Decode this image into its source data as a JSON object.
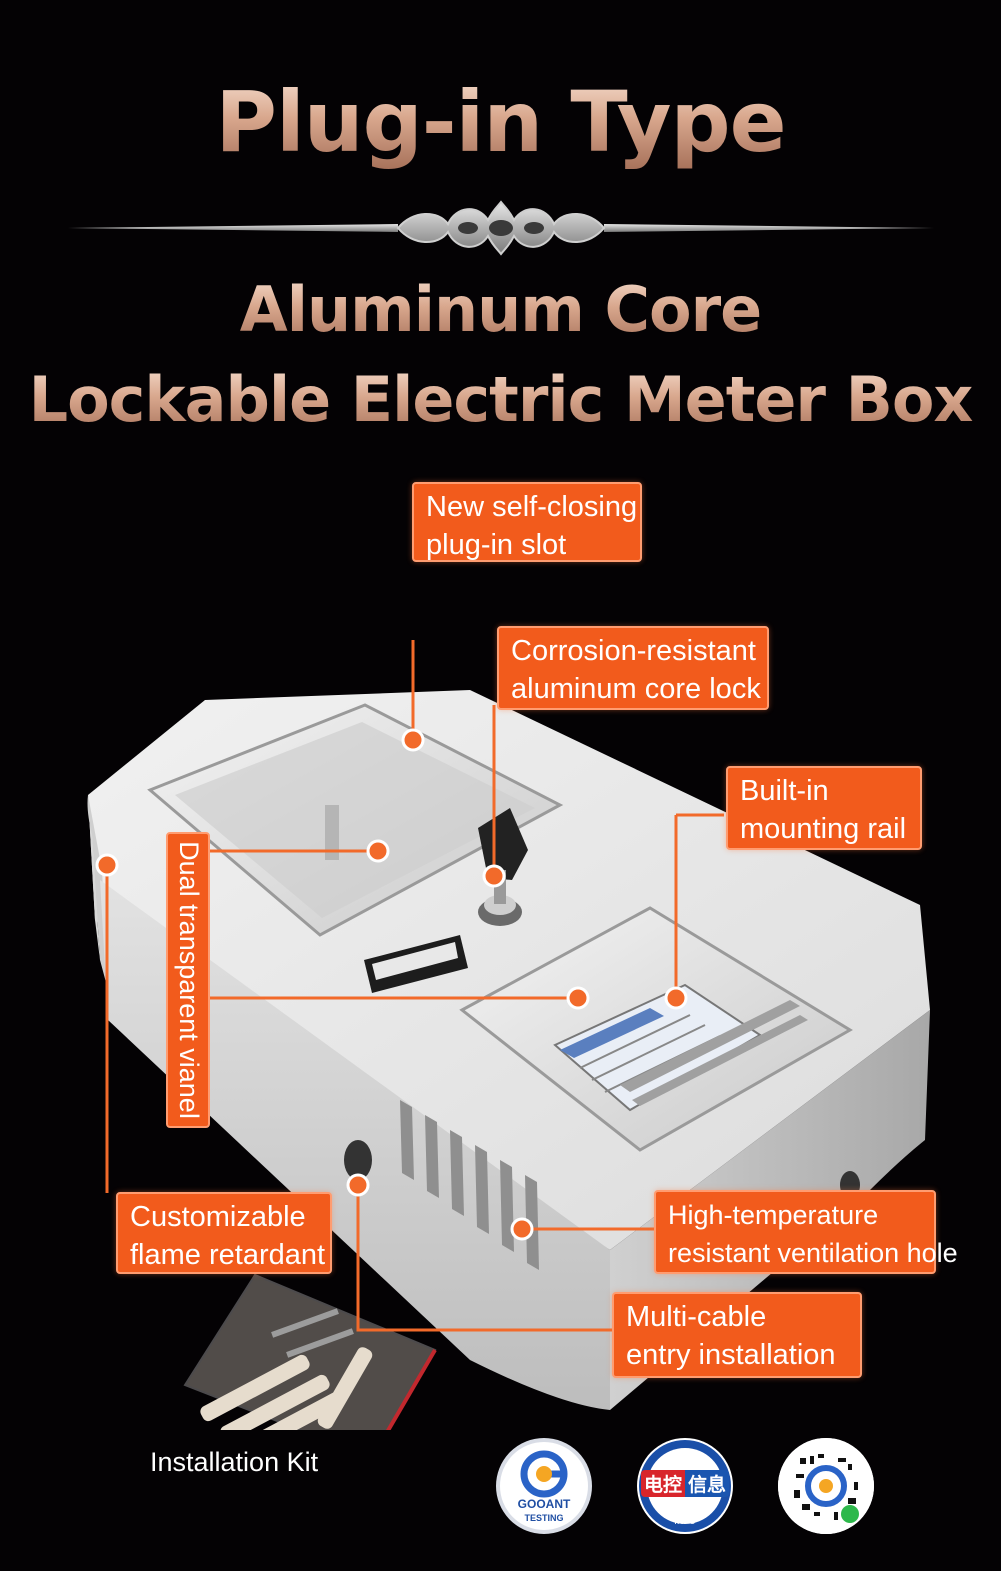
{
  "heading": {
    "title": "Plug-in Type",
    "subtitle_line1": "Aluminum Core",
    "subtitle_line2": "Lockable Electric Meter Box"
  },
  "callouts": [
    {
      "id": "plugin-slot",
      "lines": [
        "New self-closing",
        "plug-in slot"
      ]
    },
    {
      "id": "core-lock",
      "lines": [
        "Corrosion-resistant",
        "aluminum core lock"
      ]
    },
    {
      "id": "mounting-rail",
      "lines": [
        "Built-in",
        "mounting rail"
      ]
    },
    {
      "id": "transparent-panel",
      "lines": [
        "Dual transparent vianel"
      ]
    },
    {
      "id": "flame-retardant",
      "lines": [
        "Customizable",
        "flame retardant"
      ]
    },
    {
      "id": "ventilation",
      "lines": [
        "High-temperature",
        "resistant ventilation hole"
      ]
    },
    {
      "id": "cable-entry",
      "lines": [
        "Multi-cable",
        "entry installation"
      ]
    }
  ],
  "kit_label": "Installation Kit",
  "badges": {
    "gooant": {
      "name": "GOOANT",
      "sub": "TESTING"
    },
    "info": {
      "left": "电控",
      "right": "信息",
      "ring": "INFO"
    }
  },
  "colors": {
    "background": "#040204",
    "callout": "#f25b1c",
    "title_gradient_top": "#f7e0d2",
    "title_gradient_bottom": "#a56f58",
    "leader_line": "#f26a2a"
  }
}
